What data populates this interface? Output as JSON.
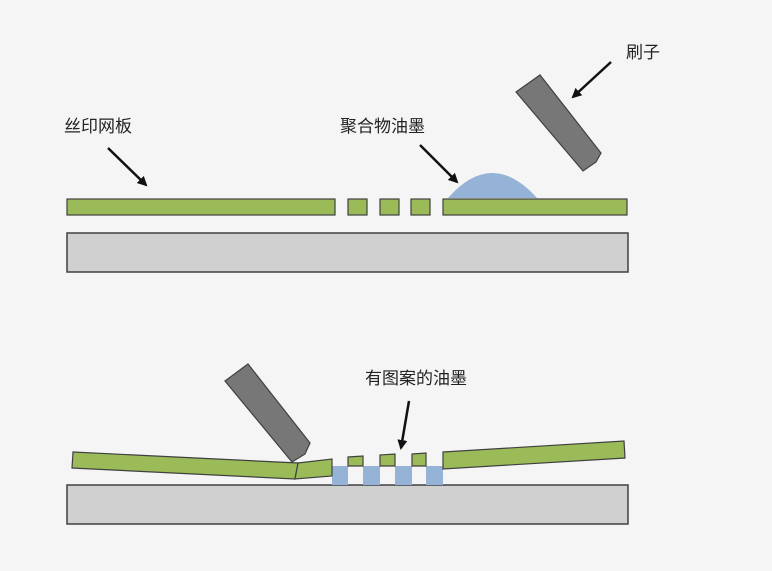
{
  "labels": {
    "screen": "丝印网板",
    "polymer_ink": "聚合物油墨",
    "squeegee": "刷子",
    "patterned_ink": "有图案的油墨"
  },
  "colors": {
    "background": "#f5f5f5",
    "screen": "#9bbb59",
    "ink": "#95b3d7",
    "substrate": "#d0d0d0",
    "squeegee": "#777777",
    "outline": "#404040",
    "arrow": "#111111"
  }
}
